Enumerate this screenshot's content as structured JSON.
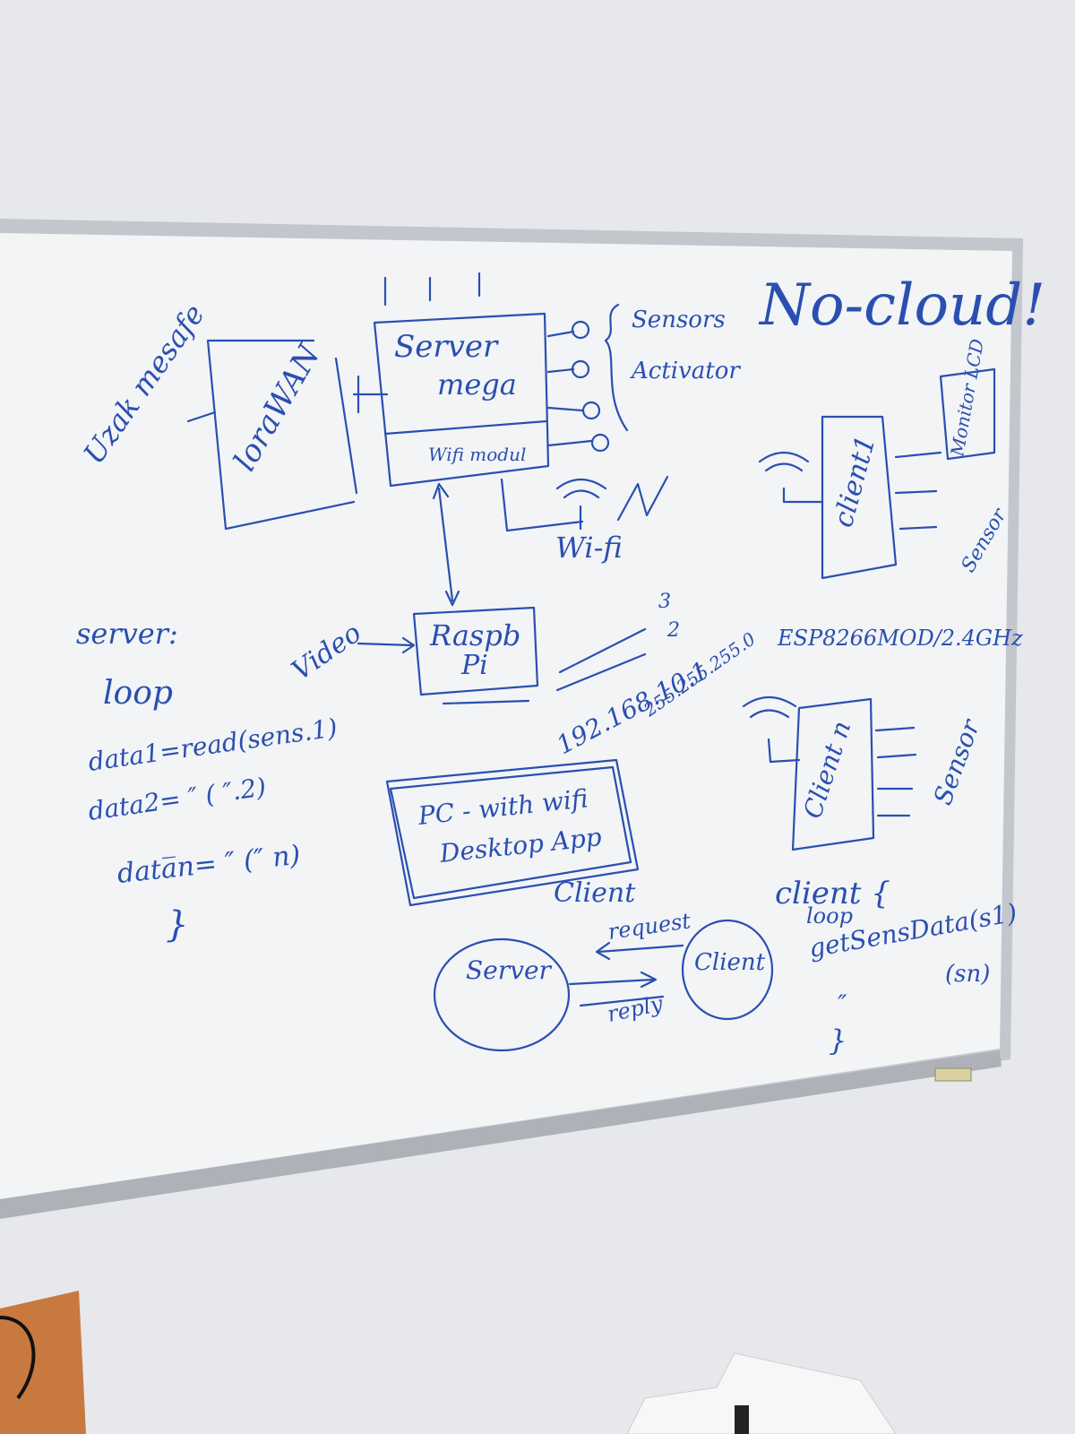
{
  "whiteboard": {
    "ink_color": "#2a4fb0",
    "frame_color": "#b9bcc2",
    "board_color": "#f3f5f7",
    "texts": {
      "title_rotated": "Uzak mesafe",
      "no_cloud": "No-cloud!",
      "lorawan": "loraWAN",
      "server_top": "Server",
      "server_bottom": "mega",
      "wifi_modul": "Wifi modul",
      "sensors": "Sensors",
      "activator": "Activator",
      "wifi_label": "Wi-fi",
      "client1": "client1",
      "monitor_lcd": "Monitor LCD",
      "sensor1": "Sensor",
      "esp": "ESP8266MOD/2.4GHz",
      "rasp_top": "Raspb",
      "rasp_bottom": "Pi",
      "video": "Video",
      "ip_3": "3",
      "ip_2": "2",
      "ip_1": "192.168.10.1",
      "subnet": "255.255.255.0",
      "server_code_title": "server:",
      "loop": "loop",
      "data1": "data1=read(sens.1)",
      "data2": "data2= ″ ( ″.2)",
      "datan": "data̅n= ″ (″ n)",
      "close_brace": "}",
      "pc_line1": "PC - with wifi",
      "pc_line2": "Desktop App",
      "pc_client": "Client",
      "clientn": "Client n",
      "sensor2": "Sensor",
      "client_code_title": "client {",
      "client_loop": "loop",
      "get_sens": "getSensData(s1)",
      "get_sens_n": "(sn)",
      "client_code_ellipsis": "″",
      "client_close": "}",
      "request": "request",
      "reply": "reply",
      "circle_server": "Server",
      "circle_client": "Client"
    }
  }
}
